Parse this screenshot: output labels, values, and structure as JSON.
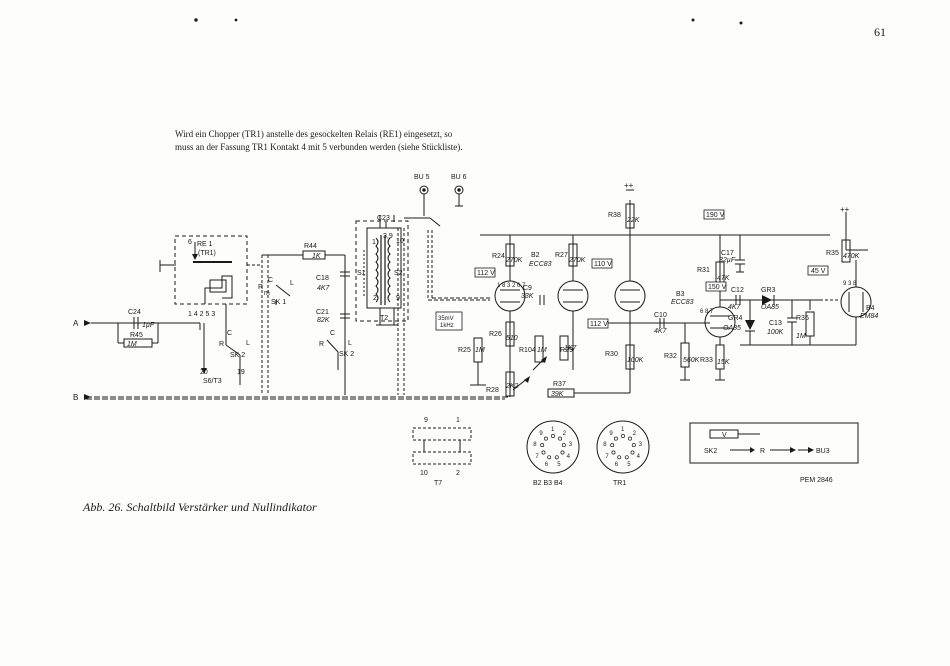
{
  "page_number": "61",
  "intro": {
    "line1": "Wird ein Chopper (TR1) anstelle des gesockelten Relais (RE1) eingesetzt, so",
    "line2": "muss an der Fassung TR1 Kontakt 4 mit 5 verbunden werden (siehe Stückliste)."
  },
  "caption": "Abb. 26. Schaltbild Verstärker und Nullindikator",
  "ref_code": "PEM 2846",
  "terminals": {
    "a": "A",
    "b": "B",
    "bu5": "BU 5",
    "bu6": "BU 6"
  },
  "relay": {
    "name": "RE 1",
    "sub": "(TR1)",
    "pin6": "6",
    "pins": "1  4 2 5  3"
  },
  "switches": {
    "sk1": "SK 1",
    "sk2a": "SK 2",
    "sk2b": "SK 2",
    "s6t3": "S6/T3",
    "n20": "20",
    "n19": "19",
    "sk1_c": "C",
    "sk1_r": "R",
    "sk1_m": "m",
    "sk1_l": "L",
    "sk2a_c": "C",
    "sk2a_r": "R",
    "sk2a_l": "L",
    "sk2b_c": "C",
    "sk2b_r": "R",
    "sk2b_l": "L"
  },
  "transformer": {
    "name": "T2",
    "s1": "S1",
    "s2": "S2",
    "p10": "10",
    "p2": "2",
    "p1": "1",
    "p9": "9",
    "c23": "C23",
    "c23v": "3,9"
  },
  "components": [
    {
      "name": "C24",
      "value": "1µF"
    },
    {
      "name": "R45",
      "value": "1M"
    },
    {
      "name": "R44",
      "value": "1K"
    },
    {
      "name": "C18",
      "value": "4K7"
    },
    {
      "name": "C21",
      "value": "82K"
    },
    {
      "name": "R24",
      "value": "270K"
    },
    {
      "name": "B2",
      "value": "ECC83"
    },
    {
      "name": "C9",
      "value": "33K"
    },
    {
      "name": "R26",
      "value": "510"
    },
    {
      "name": "R25",
      "value": "1M"
    },
    {
      "name": "R28",
      "value": "2K2"
    },
    {
      "name": "R104",
      "value": "1M"
    },
    {
      "name": "R27",
      "value": "270K"
    },
    {
      "name": "R29",
      "value": "1K7"
    },
    {
      "name": "R37",
      "value": "39K"
    },
    {
      "name": "R30",
      "value": "100K"
    },
    {
      "name": "R38",
      "value": "22K"
    },
    {
      "name": "C17",
      "value": "32µF"
    },
    {
      "name": "R31",
      "value": "47K"
    },
    {
      "name": "B3",
      "value": "ECC83"
    },
    {
      "name": "C10",
      "value": "4K7"
    },
    {
      "name": "R32",
      "value": "560K"
    },
    {
      "name": "R33",
      "value": "15K"
    },
    {
      "name": "C12",
      "value": "4K7"
    },
    {
      "name": "GR3",
      "value": "OA85"
    },
    {
      "name": "GR4",
      "value": "OA85"
    },
    {
      "name": "C13",
      "value": "100K"
    },
    {
      "name": "R36",
      "value": "1M"
    },
    {
      "name": "R35",
      "value": "470K"
    },
    {
      "name": "B4",
      "value": "EM84"
    }
  ],
  "voltages": {
    "v112a": "112 V",
    "v110": "110 V",
    "v112b": "112 V",
    "v190": "190 V",
    "v150": "150 V",
    "v45": "45 V",
    "signal1": "35mV",
    "signal2": "1kHz"
  },
  "supplies": {
    "plus1": "++",
    "plus2": "++"
  },
  "tube_pins": {
    "b2_pins": "1 8 3 2 6 7",
    "b3_pins": "6 8 7",
    "b4_pins": "9 3 8"
  },
  "connectors": {
    "t7": "T7",
    "t7_9": "9",
    "t7_1": "1",
    "t7_10": "10",
    "t7_2": "2",
    "socket1": "B2 B3 B4",
    "socket2": "TR1",
    "socket1_pins": [
      "1",
      "2",
      "3",
      "4",
      "5",
      "6",
      "7",
      "8",
      "9"
    ],
    "socket2_pins": [
      "1",
      "2",
      "3",
      "4",
      "5",
      "6",
      "7",
      "8",
      "9"
    ]
  },
  "legend": {
    "v": "V",
    "sk2": "SK2",
    "r": "R",
    "bu3": "BU3"
  }
}
